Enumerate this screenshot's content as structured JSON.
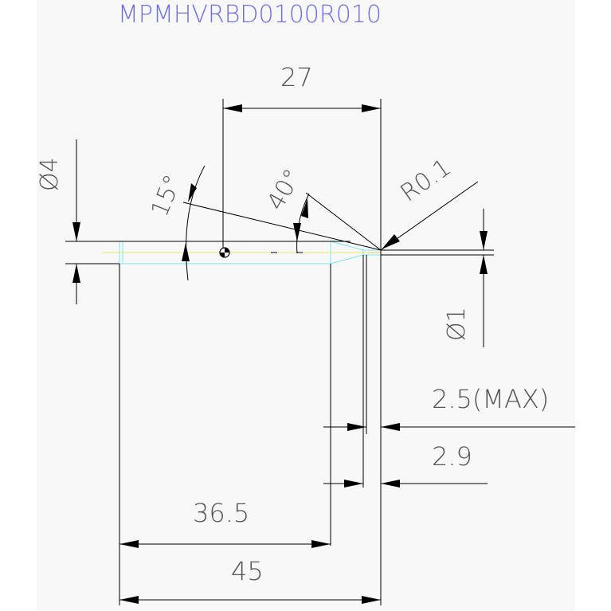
{
  "title": "MPMHVRBD0100R010",
  "dimensions": {
    "d27": "27",
    "dia4": "Ø4",
    "angle15": "15°",
    "angle40": "40°",
    "radius": "R0.1",
    "dia1": "Ø1",
    "d25max": "2.5(MAX)",
    "d29": "2.9",
    "d365": "36.5",
    "d45": "45"
  },
  "colors": {
    "background": "#ffffff",
    "panel": "#f8f8f8",
    "title": "#6f6fe6",
    "dimension_text": "#555555",
    "tool_outline": "#7fe6ee",
    "center_line": "#e8e86a",
    "tip_mark": "#e06060"
  }
}
